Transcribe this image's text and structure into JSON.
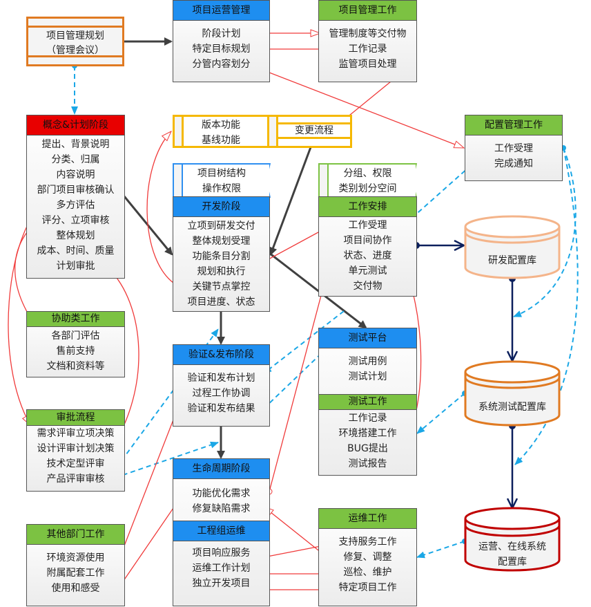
{
  "nodes": {
    "planning": {
      "lines": [
        "项目管理规划",
        "（管理会议）"
      ]
    },
    "ops_mgmt": {
      "title": "项目运营管理",
      "lines": [
        "阶段计划",
        "特定目标规划",
        "分管内容划分"
      ]
    },
    "pm_work": {
      "title": "项目管理工作",
      "lines": [
        "管理制度等交付物",
        "工作记录",
        "监管项目处理"
      ]
    },
    "concept": {
      "title": "概念&计划阶段",
      "lines": [
        "提出、背景说明",
        "分类、归属",
        "内容说明",
        "部门项目审核确认",
        "多方评估",
        "评分、立项审核",
        "整体规划",
        "成本、时间、质量",
        "计划审批"
      ]
    },
    "version": {
      "lines": [
        "版本功能",
        "基线功能"
      ]
    },
    "change": {
      "label": "变更流程"
    },
    "tree": {
      "lines": [
        "项目树结构",
        "操作权限"
      ]
    },
    "dev": {
      "title": "开发阶段",
      "lines": [
        "立项到研发交付",
        "整体规划受理",
        "功能条目分割",
        "规划和执行",
        "关键节点掌控",
        "项目进度、状态"
      ]
    },
    "group": {
      "lines": [
        "分组、权限",
        "类别划分空间"
      ]
    },
    "work_arrange": {
      "title": "工作安排",
      "lines": [
        "工作受理",
        "项目间协作",
        "状态、进度",
        "单元测试",
        "交付物"
      ]
    },
    "config_work": {
      "title": "配置管理工作",
      "lines": [
        "工作受理",
        "完成通知"
      ]
    },
    "rd_repo": {
      "label": "研发配置库"
    },
    "assist": {
      "title": "协助类工作",
      "lines": [
        "各部门评估",
        "售前支持",
        "文档和资料等"
      ]
    },
    "verify": {
      "title": "验证&发布阶段",
      "lines": [
        "验证和发布计划",
        "过程工作协调",
        "验证和发布结果"
      ]
    },
    "test_platform": {
      "title": "测试平台",
      "lines": [
        "测试用例",
        "测试计划"
      ]
    },
    "test_work": {
      "title": "测试工作",
      "lines": [
        "工作记录",
        "环境搭建工作",
        "BUG提出",
        "测试报告"
      ]
    },
    "sys_repo": {
      "label": "系统测试配置库"
    },
    "approval": {
      "title": "审批流程",
      "lines": [
        "需求评审立项决策",
        "设计评审计划决策",
        "技术定型评审",
        "产品评审审核"
      ]
    },
    "lifecycle": {
      "title": "生命周期阶段",
      "lines": [
        "功能优化需求",
        "修复缺陷需求"
      ]
    },
    "eng_ops": {
      "title": "工程组运维",
      "lines": [
        "项目响应服务",
        "运维工作计划",
        "独立开发项目"
      ]
    },
    "other_dept": {
      "title": "其他部门工作",
      "lines": [
        "环境资源使用",
        "附属配套工作",
        "使用和感受"
      ]
    },
    "ops_work": {
      "title": "运维工作",
      "lines": [
        "支持服务工作",
        "修复、调整",
        "巡检、维护",
        "特定项目工作"
      ]
    },
    "online_repo": {
      "lines": [
        "运营、在线系统",
        "配置库"
      ]
    }
  },
  "colors": {
    "blue_header": "#1e8ef0",
    "green_header": "#7cc242",
    "red_header": "#e80000",
    "orange_border": "#e07a22",
    "yellow_border": "#f5b800",
    "light_orange": "#f4b48a",
    "dark_red": "#c00000",
    "red_link": "#f03a3a",
    "cyan_link": "#1aa7e6",
    "navy_flow": "#0b1f5c",
    "dark_flow": "#404040"
  }
}
